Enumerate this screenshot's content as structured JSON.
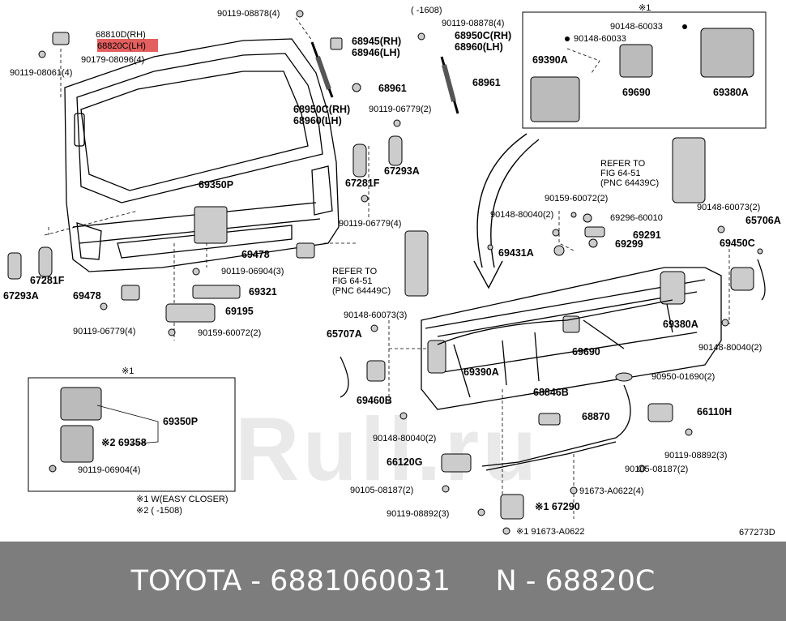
{
  "labels": {
    "p68810D_RH": "68810D(RH)",
    "p68820C_LH": "68820C(LH)",
    "p90179": "90179-08096(4)",
    "p90119_08061": "90119-08061(4)",
    "p90119_08878_a": "90119-08878(4)",
    "p68945": "68945(RH)",
    "p68946": "68946(LH)",
    "p68961_a": "68961",
    "p68950C_a": "68950C(RH)",
    "p68960_a": "68960(LH)",
    "bracket_1608": "(    -1608)",
    "p90119_08878_b": "90119-08878(4)",
    "p68950C_b": "68950C(RH)",
    "p68960_b": "68960(LH)",
    "p68961_b": "68961",
    "box1_mark": "※1",
    "p90148_60033_a": "90148-60033",
    "p90148_60033_b": "90148-60033",
    "p69390A_a": "69390A",
    "p69690_a": "69690",
    "p69380A_a": "69380A",
    "p90119_06779_a": "90119-06779(2)",
    "p67281F_a": "67281F",
    "p67293A_a": "67293A",
    "p90119_06779_b": "90119-06779(4)",
    "p69350P_a": "69350P",
    "p67281F_b": "67281F",
    "p67293A_b": "67293A",
    "p69478_a": "69478",
    "p69478_b": "69478",
    "p90119_06904_a": "90119-06904(3)",
    "p69321": "69321",
    "p69195": "69195",
    "p90159_60072_a": "90159-60072(2)",
    "p90119_06779_c": "90119-06779(4)",
    "refer1_a": "REFER TO",
    "refer1_b": "FIG 64-51",
    "refer1_c": "(PNC 64439C)",
    "refer2_a": "REFER TO",
    "refer2_b": "FIG 64-51",
    "refer2_c": "(PNC 64449C)",
    "p90159_60072_b": "90159-60072(2)",
    "p90148_80040_a": "90148-80040(2)",
    "p69296": "69296-60010",
    "p69291": "69291",
    "p69299": "69299",
    "p69431A": "69431A",
    "p90148_60073_a": "90148-60073(2)",
    "p65706A": "65706A",
    "p69450C": "69450C",
    "p69380A_b": "69380A",
    "p90148_80040_b": "90148-80040(2)",
    "p90148_60073_b": "90148-60073(3)",
    "p65707A": "65707A",
    "p69390A_b": "69390A",
    "p69690_b": "69690",
    "p90950": "90950-01690(2)",
    "p69460B": "69460B",
    "p68846B": "68846B",
    "p66110H": "66110H",
    "p90148_80040_c": "90148-80040(2)",
    "p68870": "68870",
    "p90119_08892_a": "90119-08892(3)",
    "p66120G": "66120G",
    "p90105_08187_a": "90105-08187(2)",
    "p90105_08187_b": "90105-08187(2)",
    "p91673_a": "91673-A0622(4)",
    "p167290": "※1 67290",
    "p90119_08892_b": "90119-08892(3)",
    "p91673_b": "※1 91673-A0622",
    "box2_mark": "※1",
    "p69350P_b": "69350P",
    "p69358": "※2 69358",
    "p90119_06904_b": "90119-06904(4)",
    "note1": "※1 W(EASY CLOSER)",
    "note2": "※2 (      -1508)",
    "fig_code": "677273D"
  },
  "watermark": "Rull.ru",
  "footer": {
    "text": "TOYOTA - 6881060031     N - 68820C"
  },
  "colors": {
    "highlight": "#e45f5f",
    "footer_bg": "#7d7d7d"
  }
}
